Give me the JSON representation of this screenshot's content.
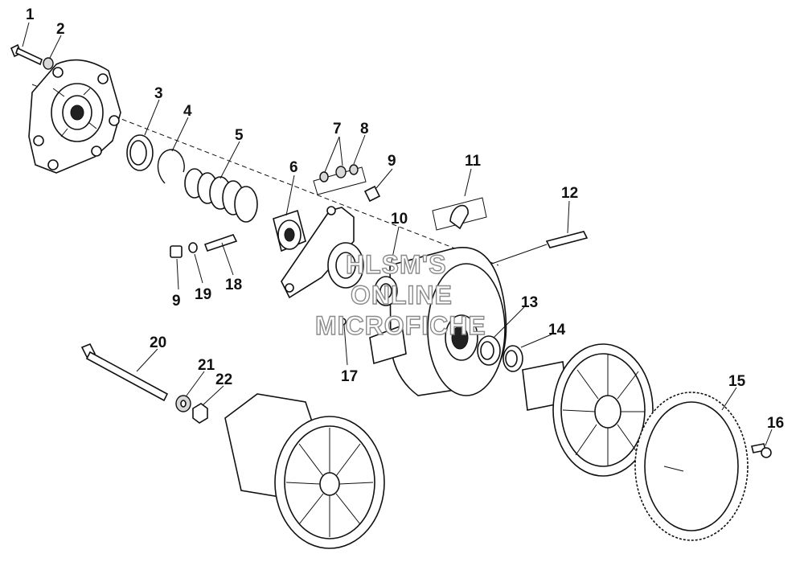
{
  "callouts": [
    {
      "id": "c1",
      "label": "1"
    },
    {
      "id": "c2",
      "label": "2"
    },
    {
      "id": "c3",
      "label": "3"
    },
    {
      "id": "c4",
      "label": "4"
    },
    {
      "id": "c5",
      "label": "5"
    },
    {
      "id": "c6",
      "label": "6"
    },
    {
      "id": "c7",
      "label": "7"
    },
    {
      "id": "c8",
      "label": "8"
    },
    {
      "id": "c9a",
      "label": "9"
    },
    {
      "id": "c9b",
      "label": "9"
    },
    {
      "id": "c10",
      "label": "10"
    },
    {
      "id": "c11",
      "label": "11"
    },
    {
      "id": "c12",
      "label": "12"
    },
    {
      "id": "c13",
      "label": "13"
    },
    {
      "id": "c14",
      "label": "14"
    },
    {
      "id": "c15",
      "label": "15"
    },
    {
      "id": "c16",
      "label": "16"
    },
    {
      "id": "c17",
      "label": "17"
    },
    {
      "id": "c18",
      "label": "18"
    },
    {
      "id": "c19",
      "label": "19"
    },
    {
      "id": "c20",
      "label": "20"
    },
    {
      "id": "c21",
      "label": "21"
    },
    {
      "id": "c22",
      "label": "22"
    }
  ],
  "watermark": {
    "line1": "HLSM'S",
    "line2": "ONLINE",
    "line3": "MICROFICHE"
  }
}
